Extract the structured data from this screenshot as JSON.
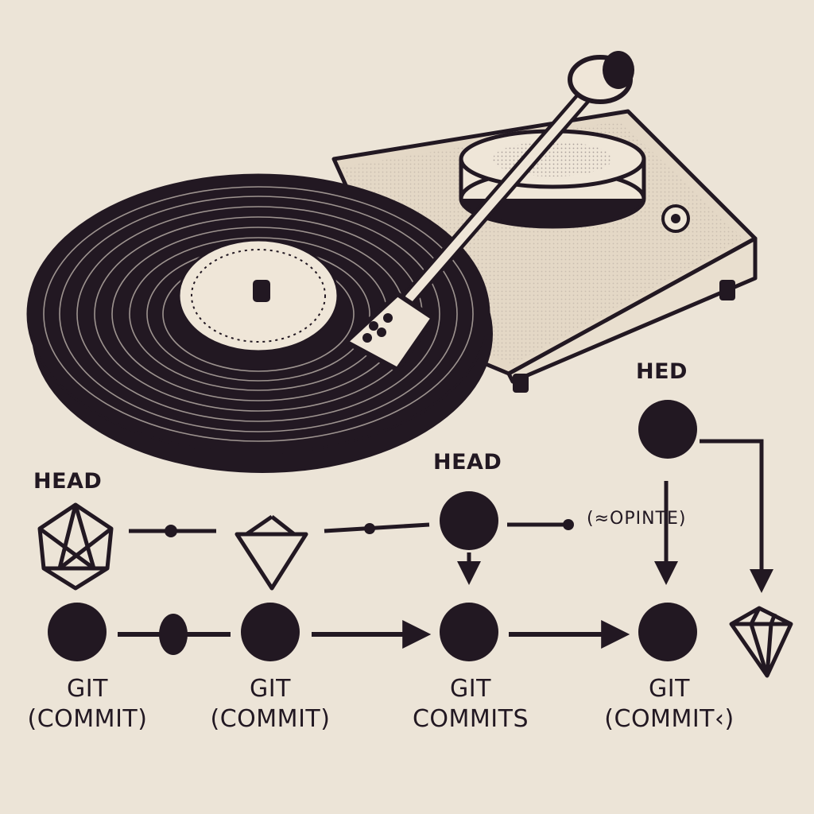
{
  "labels": {
    "head_left": "HEAD",
    "head_mid": "HEAD",
    "head_right": "HED",
    "pointer_note": "(≈OPINTE)",
    "commits": [
      {
        "line1": "GIT",
        "line2": "(COMMIT)"
      },
      {
        "line1": "GIT",
        "line2": "(COMMIT)"
      },
      {
        "line1": "GIT",
        "line2": "COMMITS"
      },
      {
        "line1": "GIT",
        "line2": "(COMMIT‹)"
      }
    ]
  },
  "colors": {
    "background": "#ece4d7",
    "ink": "#221822",
    "paper": "#efe6d8",
    "plinth": "#e4d8c6"
  },
  "icons": [
    "turntable-illustration",
    "vinyl-record-icon",
    "tonearm-icon",
    "gem-icon"
  ]
}
